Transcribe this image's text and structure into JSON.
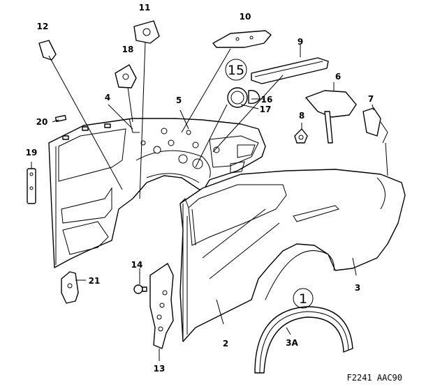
{
  "callouts": {
    "c1": "1",
    "c2": "2",
    "c3": "3",
    "c3a": "3A",
    "c4": "4",
    "c5": "5",
    "c6": "6",
    "c7": "7",
    "c8": "8",
    "c9": "9",
    "c10": "10",
    "c11": "11",
    "c12": "12",
    "c13": "13",
    "c14": "14",
    "c15": "15",
    "c16": "16",
    "c17": "17",
    "c18": "18",
    "c19": "19",
    "c20": "20",
    "c21": "21"
  },
  "figure_code": "F2241 AAC90"
}
